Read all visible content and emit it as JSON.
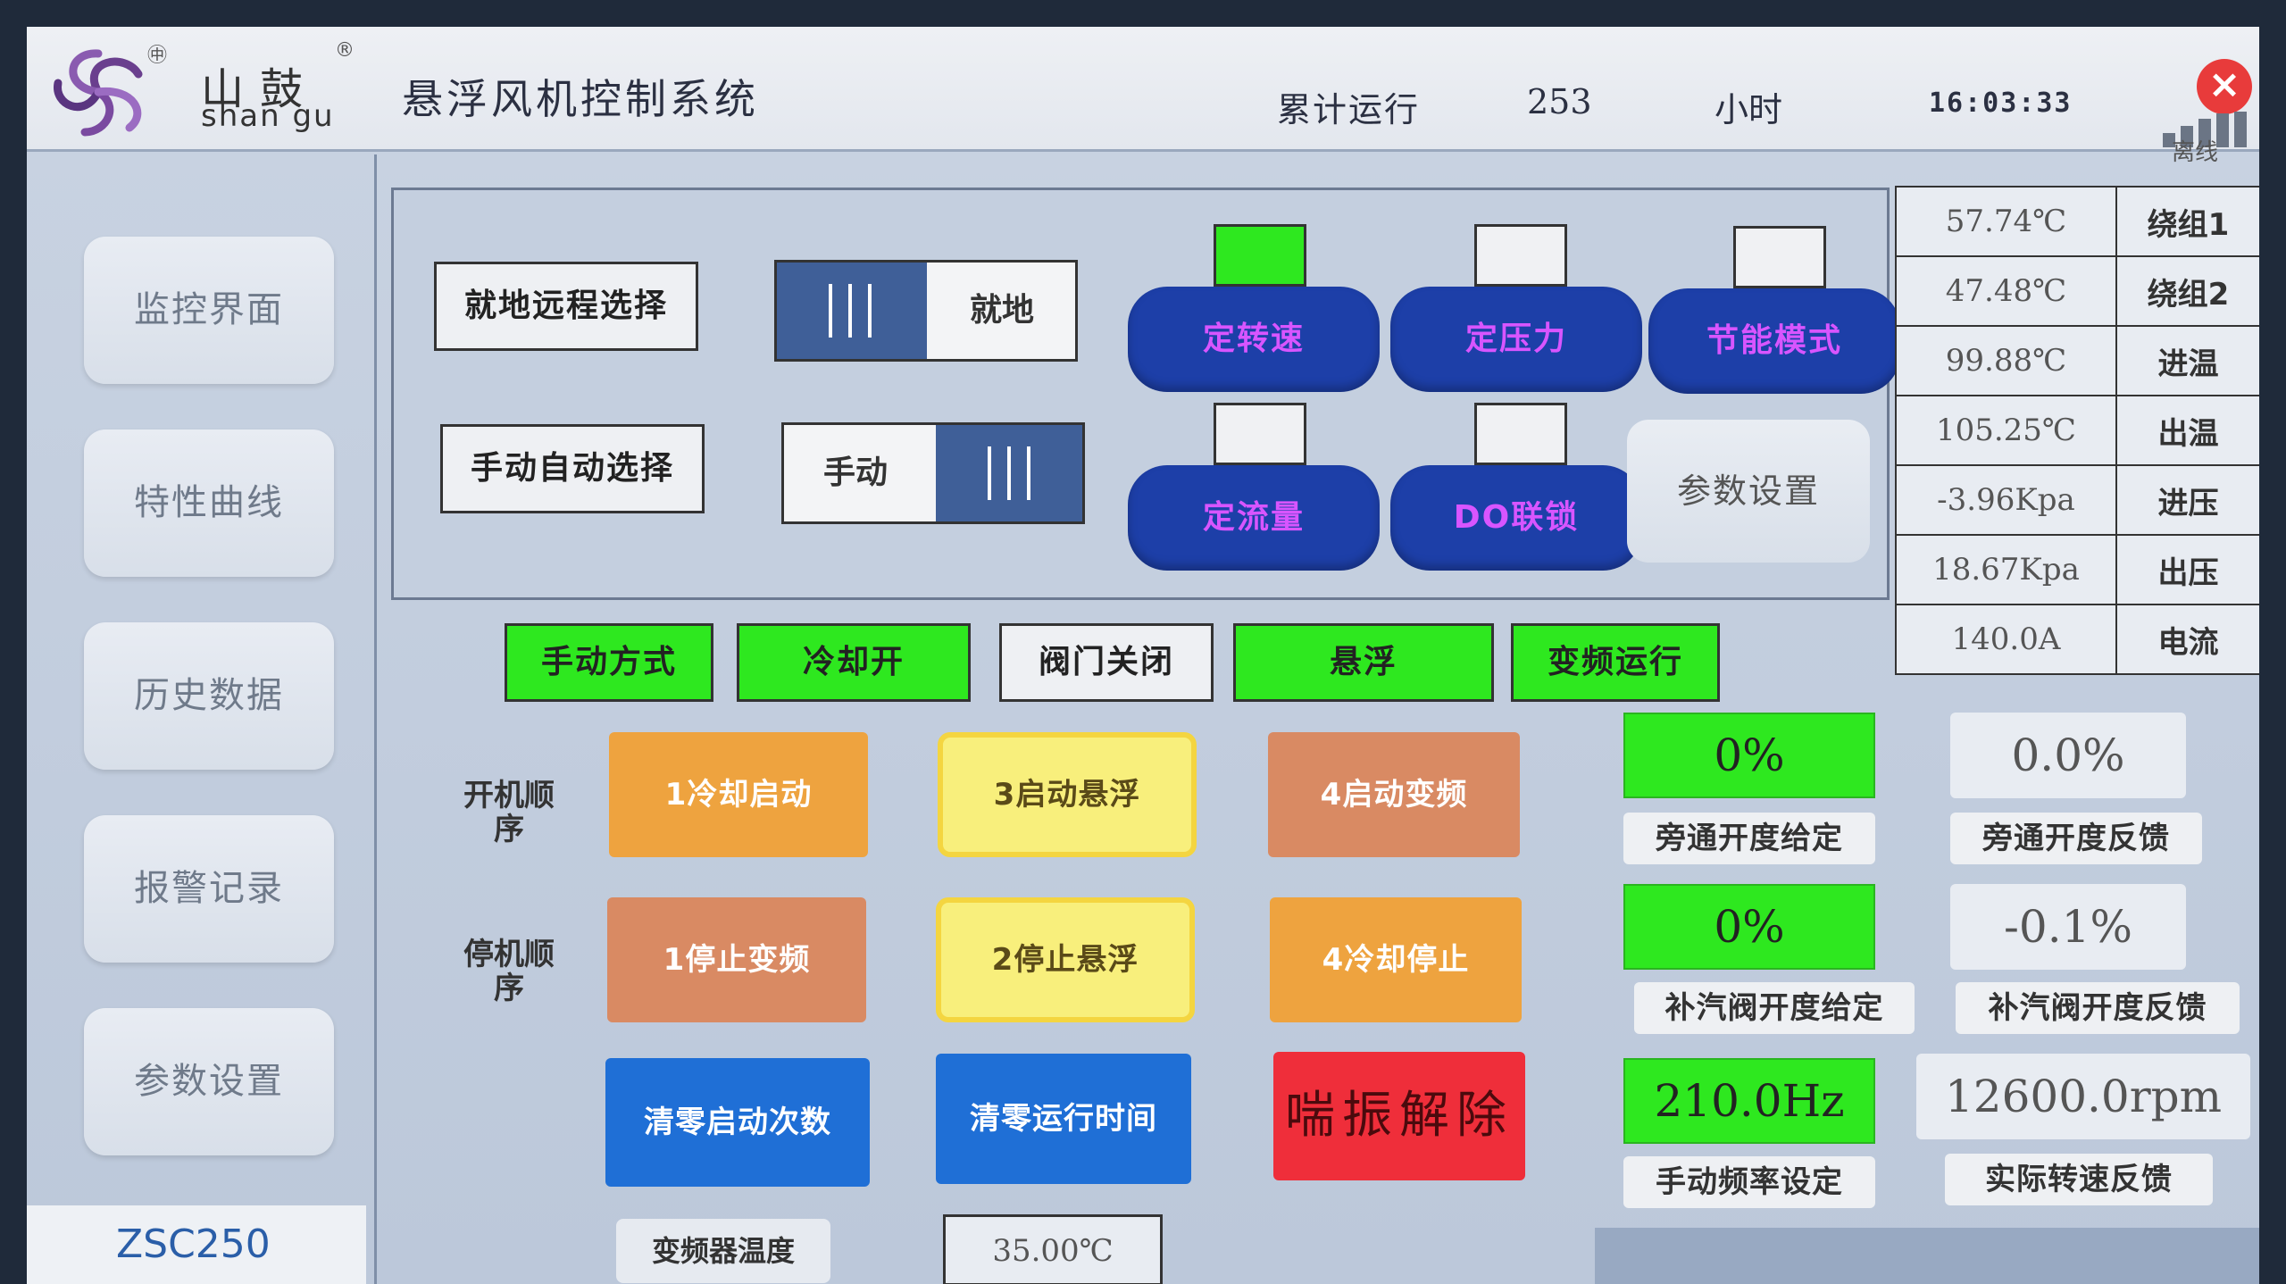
{
  "header": {
    "brand_cn": "山鼓",
    "brand_en": "shan gu",
    "title": "悬浮风机控制系统",
    "run_label": "累计运行",
    "run_value": "253",
    "run_unit": "小时",
    "clock": "16:03:33",
    "offline": "离线"
  },
  "sidebar": {
    "items": [
      {
        "label": "监控界面"
      },
      {
        "label": "特性曲线"
      },
      {
        "label": "历史数据"
      },
      {
        "label": "报警记录"
      },
      {
        "label": "参数设置"
      }
    ],
    "model": "ZSC250"
  },
  "panel": {
    "local_remote_label": "就地远程选择",
    "local_remote_state": "就地",
    "manual_auto_label": "手动自动选择",
    "manual_auto_state": "手动",
    "modes": [
      {
        "label": "定转速",
        "active": true
      },
      {
        "label": "定压力",
        "active": false
      },
      {
        "label": "节能模式",
        "active": false
      },
      {
        "label": "定流量",
        "active": false
      },
      {
        "label": "DO联锁",
        "active": false
      }
    ],
    "param_button": "参数设置"
  },
  "status": [
    {
      "label": "手动方式",
      "on": true
    },
    {
      "label": "冷却开",
      "on": true
    },
    {
      "label": "阀门关闭",
      "on": false
    },
    {
      "label": "悬浮",
      "on": true
    },
    {
      "label": "变频运行",
      "on": true
    }
  ],
  "sensors": [
    {
      "value": "57.74℃",
      "label": "绕组1"
    },
    {
      "value": "47.48℃",
      "label": "绕组2"
    },
    {
      "value": "99.88℃",
      "label": "进温"
    },
    {
      "value": "105.25℃",
      "label": "出温"
    },
    {
      "value": "-3.96Kpa",
      "label": "进压"
    },
    {
      "value": "18.67Kpa",
      "label": "出压"
    },
    {
      "value": "140.0A",
      "label": "电流"
    }
  ],
  "sequence": {
    "start_label": "开机顺序",
    "stop_label": "停机顺序",
    "start": [
      "1冷却启动",
      "3启动悬浮",
      "4启动变频"
    ],
    "stop": [
      "1停止变频",
      "2停止悬浮",
      "4冷却停止"
    ],
    "reset_starts": "清零启动次数",
    "reset_runtime": "清零运行时间",
    "surge_release": "喘振解除",
    "inverter_temp_label": "变频器温度",
    "inverter_temp_value": "35.00℃"
  },
  "readouts": {
    "bypass_set_value": "0%",
    "bypass_set_label": "旁通开度给定",
    "bypass_fb_value": "0.0%",
    "bypass_fb_label": "旁通开度反馈",
    "makeup_set_value": "0%",
    "makeup_set_label": "补汽阀开度给定",
    "makeup_fb_value": "-0.1%",
    "makeup_fb_label": "补汽阀开度反馈",
    "freq_value": "210.0Hz",
    "freq_label": "手动频率设定",
    "speed_value": "12600.0rpm",
    "speed_label": "实际转速反馈"
  },
  "colors": {
    "indicator_on": "#2ee81f",
    "mode_button": "#1d3fa8",
    "mode_text": "#d855ff",
    "surge": "#ef2e3a"
  }
}
